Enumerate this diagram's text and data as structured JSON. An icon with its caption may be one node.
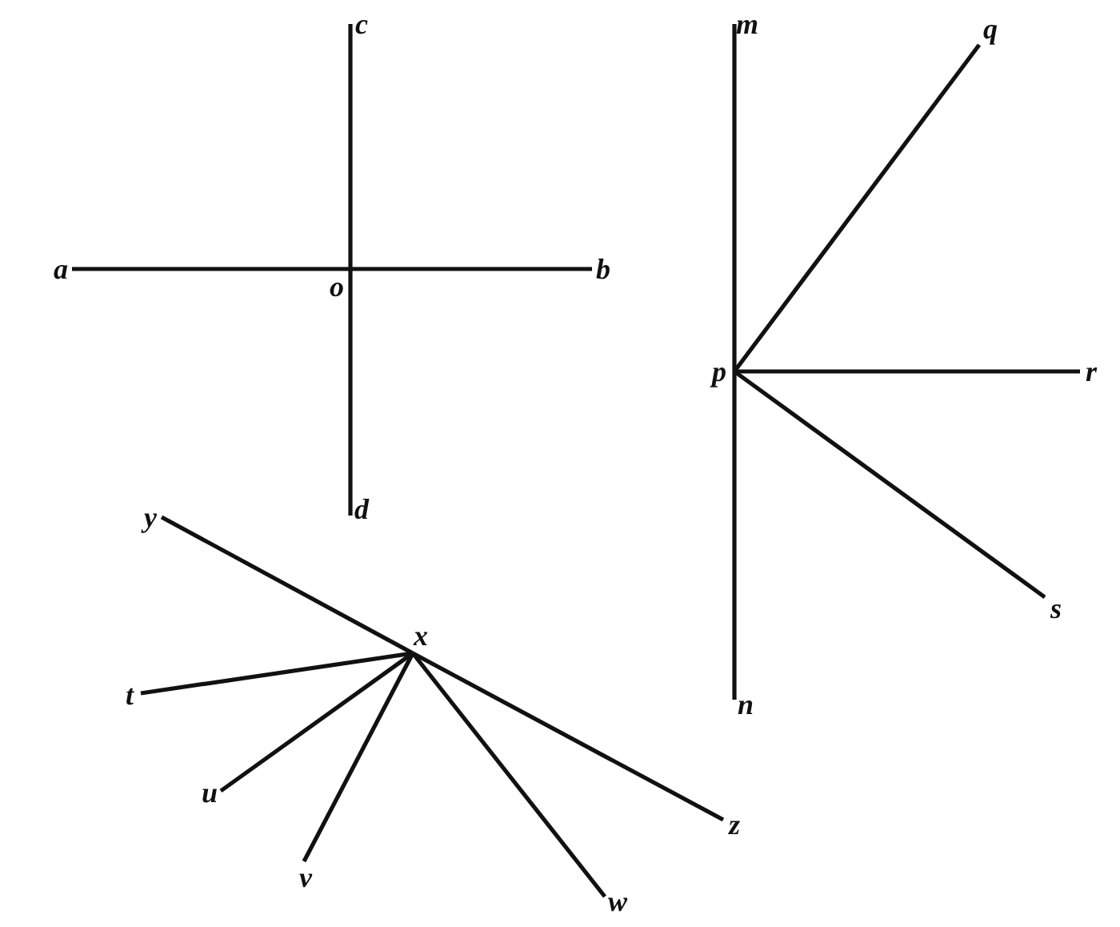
{
  "diagram": {
    "nodes": [
      {
        "text": [
          "c"
        ]
      },
      {
        "text": [
          "m"
        ]
      },
      {
        "text": [
          "q"
        ]
      },
      {
        "text": [
          "a"
        ]
      },
      {
        "text": [
          "o"
        ]
      },
      {
        "text": [
          "b"
        ]
      },
      {
        "text": [
          "p"
        ]
      },
      {
        "text": [
          "r"
        ]
      },
      {
        "text": [
          "d"
        ]
      },
      {
        "text": [
          "y"
        ]
      },
      {
        "text": [
          "x"
        ]
      },
      {
        "text": [
          "s"
        ]
      },
      {
        "text": [
          "t"
        ]
      },
      {
        "text": [
          "n"
        ]
      },
      {
        "text": [
          "z"
        ]
      },
      {
        "text": [
          "u"
        ]
      },
      {
        "text": [
          "v"
        ]
      },
      {
        "text": [
          "w"
        ]
      }
    ],
    "edges": [
      {
        "from": 4,
        "to": 3,
        "arrow": "none"
      },
      {
        "from": 4,
        "to": 5,
        "arrow": "none"
      },
      {
        "from": 4,
        "to": 0,
        "arrow": "none"
      },
      {
        "from": 4,
        "to": 8,
        "arrow": "none"
      },
      {
        "from": 6,
        "to": 1,
        "arrow": "none"
      },
      {
        "from": 6,
        "to": 13,
        "arrow": "none"
      },
      {
        "from": 6,
        "to": 2,
        "arrow": "none"
      },
      {
        "from": 6,
        "to": 7,
        "arrow": "none"
      },
      {
        "from": 6,
        "to": 11,
        "arrow": "none"
      },
      {
        "from": 10,
        "to": 9,
        "arrow": "none"
      },
      {
        "from": 10,
        "to": 14,
        "arrow": "none"
      },
      {
        "from": 10,
        "to": 12,
        "arrow": "none"
      },
      {
        "from": 10,
        "to": 15,
        "arrow": "none"
      },
      {
        "from": 10,
        "to": 16,
        "arrow": "none"
      },
      {
        "from": 10,
        "to": 17,
        "arrow": "none"
      }
    ]
  }
}
